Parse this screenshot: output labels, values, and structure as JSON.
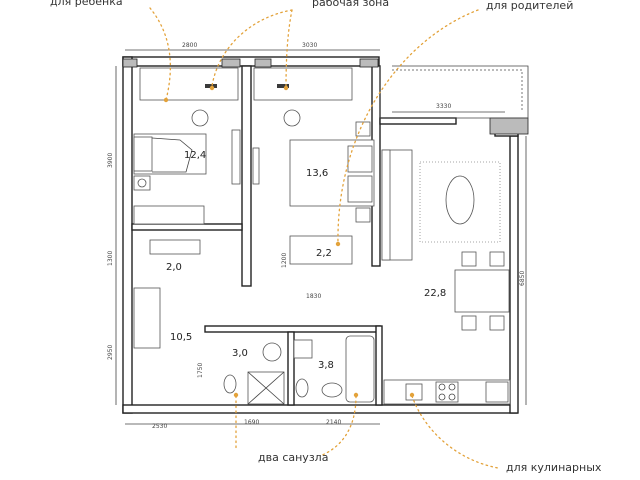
{
  "callouts": {
    "child": "для ребенка",
    "work": "рабочая зона",
    "parents": "для родителей",
    "bathrooms": "два санузла",
    "kitchen": "для кулинарных"
  },
  "rooms": {
    "bedroom_child": "12,4",
    "bedroom_parents": "13,6",
    "closet_a": "2,0",
    "closet_b": "2,2",
    "hall": "10,5",
    "bath_a": "3,0",
    "bath_b": "3,8",
    "living": "22,8"
  },
  "dimensions": {
    "top_left": "2800",
    "top_right": "3030",
    "balcony": "3330",
    "left_1": "3900",
    "left_2": "1300",
    "left_3": "2950",
    "closet_h": "1200",
    "closet_w": "1830",
    "bath_h": "1750",
    "bottom_1": "2530",
    "bottom_2": "1690",
    "bottom_3": "2140",
    "right": "6850"
  },
  "colors": {
    "accent": "#e3a23a",
    "wall": "#222222"
  }
}
